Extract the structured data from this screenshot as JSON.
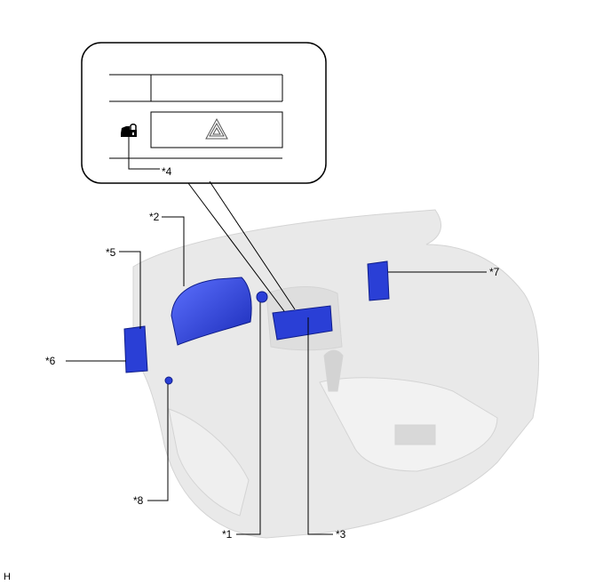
{
  "callouts": {
    "c1": "*1",
    "c2": "*2",
    "c3": "*3",
    "c4": "*4",
    "c5": "*5",
    "c6": "*6",
    "c7": "*7",
    "c8": "*8"
  },
  "corner_mark": "H",
  "icons": {
    "lock": "car-lock-icon",
    "hazard": "hazard-triangle-icon"
  },
  "colors": {
    "highlight": "#2a3fd6",
    "interior": "#e6e6e6",
    "line": "#000000"
  }
}
